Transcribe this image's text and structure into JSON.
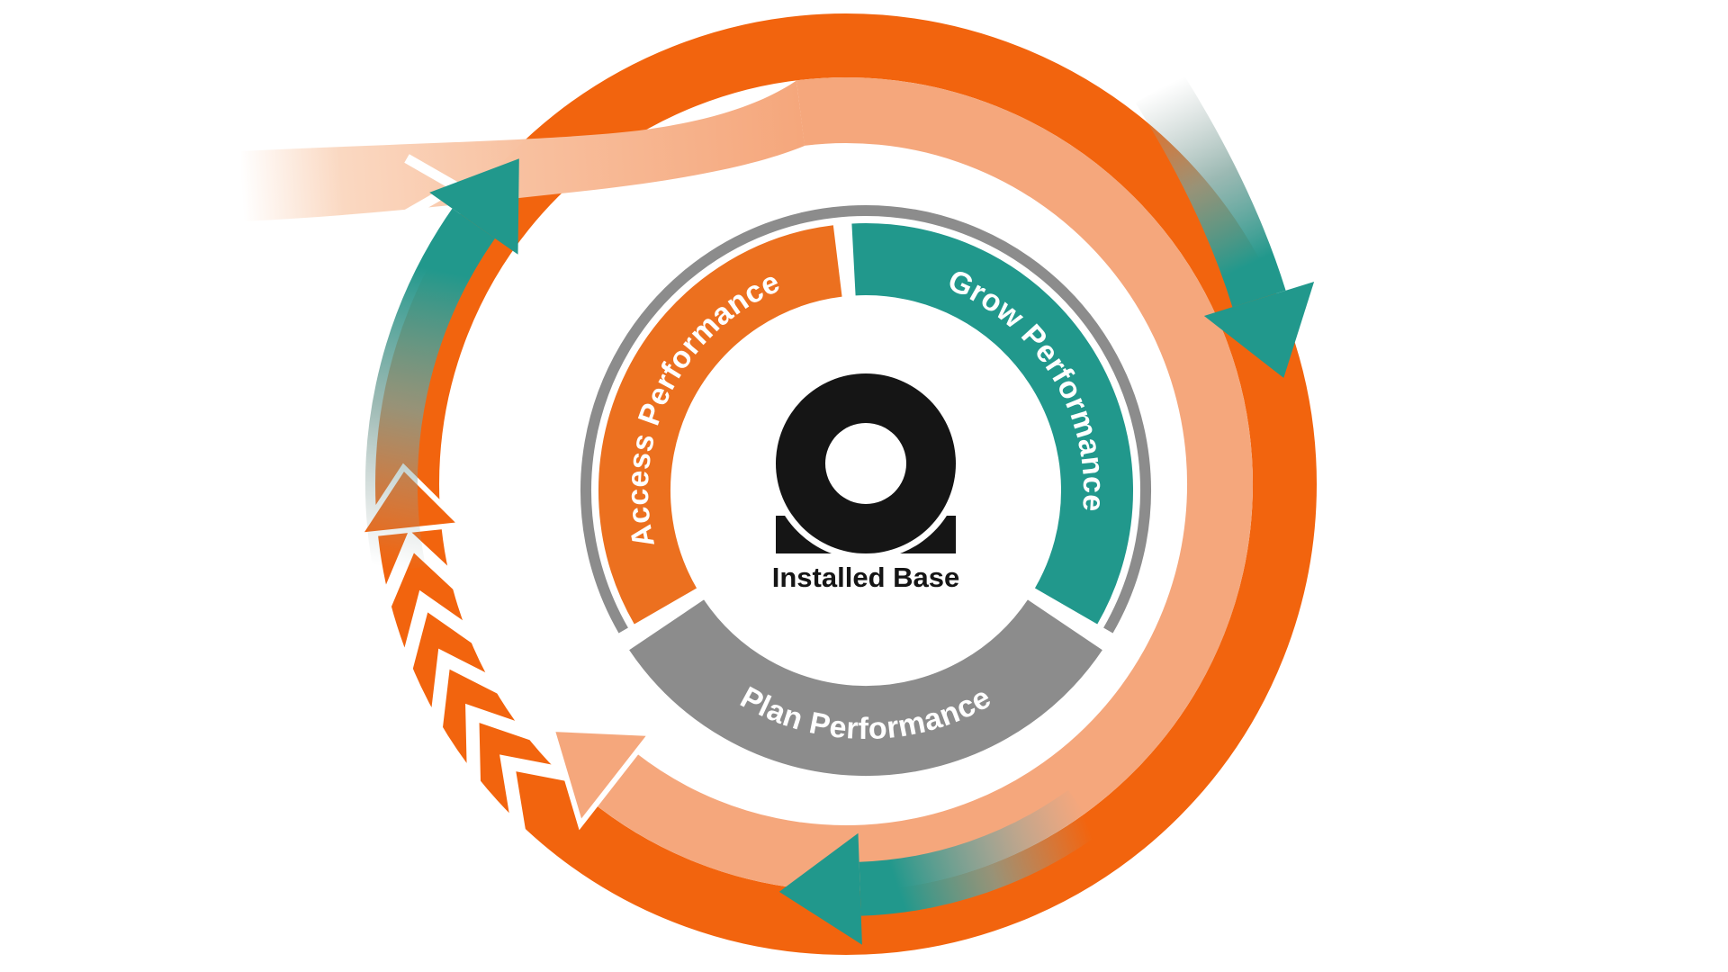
{
  "diagram": {
    "type": "cycle-diagram",
    "center": {
      "logo": "omega-icon",
      "label": "Installed Base"
    },
    "segments": [
      {
        "id": "access",
        "label": "Access Performance",
        "color": "#EC701F"
      },
      {
        "id": "grow",
        "label": "Grow Performance",
        "color": "#21988C"
      },
      {
        "id": "plan",
        "label": "Plan Performance",
        "color": "#8C8C8C"
      }
    ],
    "flow_arrows": [
      {
        "name": "inbound-flow-arrow",
        "color": "#F5A77C",
        "direction": "enters-from-left"
      },
      {
        "name": "orange-cycle-ring",
        "color": "#F2640E",
        "direction": "clockwise"
      },
      {
        "name": "peach-cycle-arrow",
        "color": "#F5A77C",
        "direction": "clockwise"
      },
      {
        "name": "teal-arrow-top-right",
        "color": "#21988C",
        "direction": "clockwise"
      },
      {
        "name": "teal-arrow-bottom",
        "color": "#21988C",
        "direction": "clockwise"
      },
      {
        "name": "teal-arrow-left",
        "color": "#21988C",
        "direction": "clockwise"
      }
    ],
    "colors": {
      "ring_orange": "#F2640E",
      "segment_orange": "#EC701F",
      "peach": "#F5A77C",
      "peach_light": "#FAD6BE",
      "teal": "#21988C",
      "gray": "#8C8C8C",
      "logo_black": "#151515",
      "background": "#FFFFFF",
      "label_text": "#FFFFFF"
    }
  }
}
